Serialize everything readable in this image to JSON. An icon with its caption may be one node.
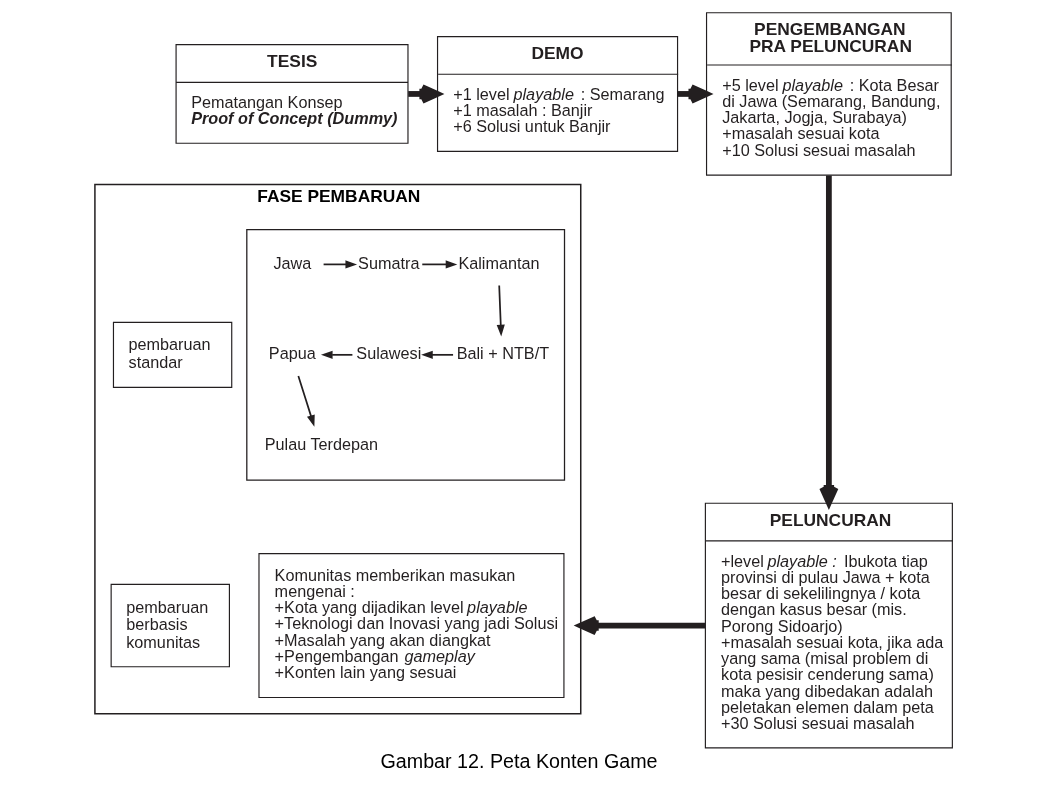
{
  "diagram": {
    "caption": "Gambar 12. Peta Konten Game",
    "nodes": [
      {
        "text": [
          "TESIS",
          "Pematangan Konsep",
          "Proof of Concept (Dummy)"
        ]
      },
      {
        "text": [
          "DEMO",
          "+1 level *playable* : Semarang",
          "+1 masalah : Banjir",
          "+6 Solusi untuk Banjir"
        ]
      },
      {
        "text": [
          "PENGEMBANGAN PRA PELUNCURAN",
          "+5 level *playable* : Kota Besar di Jawa (Semarang, Bandung, Jakarta, Jogja, Surabaya)",
          "+masalah sesuai kota",
          "+10 Solusi sesuai masalah"
        ]
      },
      {
        "text": [
          "FASE PEMBARUAN"
        ]
      },
      {
        "text": [
          "pembaruan standar"
        ],
        "in": 3
      },
      {
        "text": [],
        "shape": "box",
        "in": 3
      },
      {
        "text": [
          "Jawa"
        ],
        "in": 5
      },
      {
        "text": [
          "Sumatra"
        ],
        "in": 5
      },
      {
        "text": [
          "Kalimantan"
        ],
        "in": 5
      },
      {
        "text": [
          "Papua"
        ],
        "in": 5
      },
      {
        "text": [
          "Sulawesi"
        ],
        "in": 5
      },
      {
        "text": [
          "Bali + NTB/T"
        ],
        "in": 5
      },
      {
        "text": [
          "Pulau Terdepan"
        ],
        "in": 5
      },
      {
        "text": [
          "pembaruan berbasis komunitas"
        ],
        "in": 3
      },
      {
        "text": [
          "Komunitas memberikan masukan mengenai :",
          "+Kota yang dijadikan level *playable*",
          "+Teknologi dan Inovasi yang jadi Solusi",
          "+Masalah yang akan diangkat",
          "+Pengembangan *gameplay*",
          "+Konten lain yang sesuai"
        ],
        "in": 3
      },
      {
        "text": [
          "PELUNCURAN",
          "+level *playable :* Ibukota tiap provinsi di pulau Jawa + kota besar di sekelilingnya / kota dengan kasus besar (mis. Porong Sidoarjo)",
          "+masalah sesuai kota, jika ada yang sama (misal problem di kota pesisir cenderung sama) maka yang dibedakan adalah peletakan elemen dalam peta",
          "+30 Solusi sesuai masalah"
        ]
      }
    ],
    "edges": [
      {
        "from": 0,
        "to": 1,
        "arrow": "to",
        "style": "thick"
      },
      {
        "from": 1,
        "to": 2,
        "arrow": "to",
        "style": "thick"
      },
      {
        "from": 2,
        "to": 15,
        "arrow": "to",
        "style": "thick"
      },
      {
        "from": 15,
        "to": 3,
        "arrow": "to",
        "style": "thick"
      },
      {
        "from": 6,
        "to": 7,
        "arrow": "to"
      },
      {
        "from": 7,
        "to": 8,
        "arrow": "to"
      },
      {
        "from": 8,
        "to": 11,
        "arrow": "to"
      },
      {
        "from": 11,
        "to": 10,
        "arrow": "to"
      },
      {
        "from": 10,
        "to": 9,
        "arrow": "to"
      },
      {
        "from": 9,
        "to": 12,
        "arrow": "to"
      }
    ]
  }
}
